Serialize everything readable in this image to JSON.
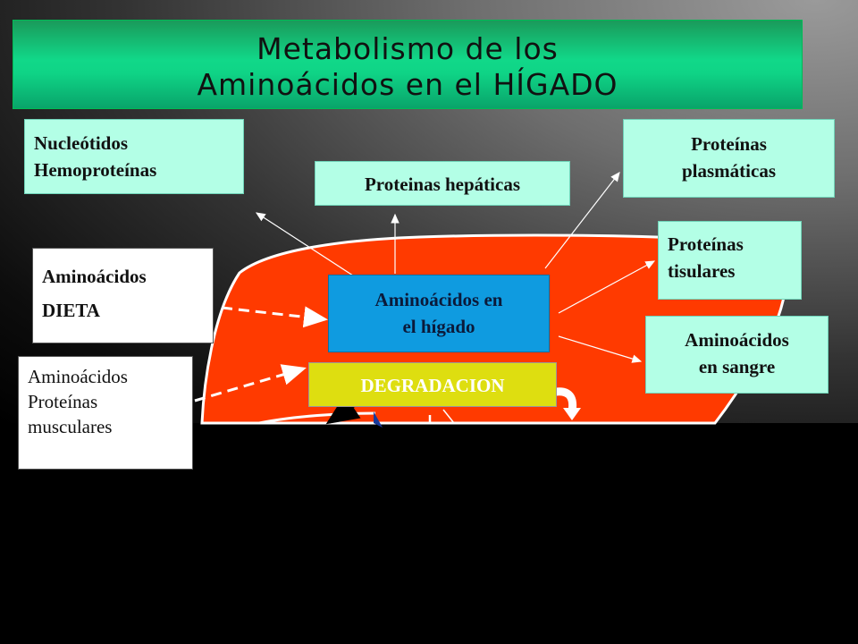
{
  "title": {
    "line1": "Metabolismo de los",
    "line2": "Aminoácidos en el HÍGADO"
  },
  "boxes": {
    "nucleotidos": [
      "Nucleótidos",
      "Hemoproteínas"
    ],
    "proteinas_hepaticas": [
      "Proteinas hepáticas"
    ],
    "proteinas_plasmaticas": [
      "Proteínas",
      "plasmáticas"
    ],
    "proteinas_tisulares": [
      "Proteínas",
      "tisulares"
    ],
    "aminoacidos_dieta": [
      "Aminoácidos",
      "DIETA"
    ],
    "aminoacidos_higado": [
      "Aminoácidos en",
      "el hígado"
    ],
    "aminoacidos_sangre": [
      "Aminoácidos",
      "en sangre"
    ],
    "degradacion": [
      "DEGRADACION"
    ],
    "aminoacidos_musculares": [
      "Aminoácidos",
      "Proteínas",
      "musculares"
    ]
  },
  "colors": {
    "liver": "#ff3a00",
    "title_green": "#11d889",
    "cyan_box": "#b3ffe6",
    "blue_box": "#0f9be0",
    "yellow_box": "#dede10"
  }
}
